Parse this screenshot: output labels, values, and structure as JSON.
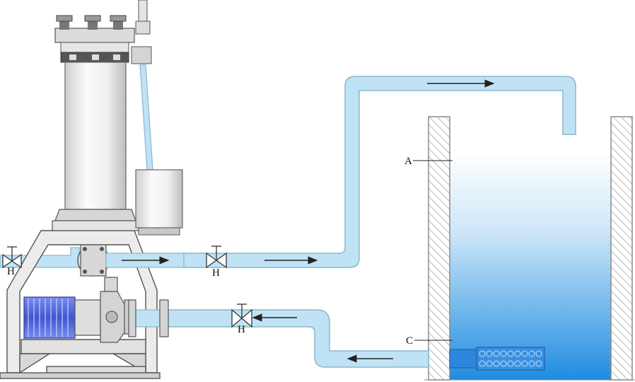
{
  "labels": {
    "tank_wall_label": "A",
    "intake_label": "C",
    "valve_left": "H",
    "valve_middle": "H",
    "valve_inlet": "H"
  },
  "colors": {
    "pipe_fill": "#bfe3f5",
    "pipe_stroke": "#8cb7cc",
    "water_top": "#ffffff",
    "water_bottom": "#1f8ce0",
    "intake_blue": "#2e86dd",
    "motor_blue": "#4d66d8",
    "wall_hatch": "#888888",
    "frame_gray": "#e6e6e6"
  },
  "icons": {
    "filter": "filter-housing-icon",
    "motor": "motor-icon",
    "pump": "pump-icon",
    "valve": "valve-icon",
    "arrow": "flow-arrow-icon"
  }
}
